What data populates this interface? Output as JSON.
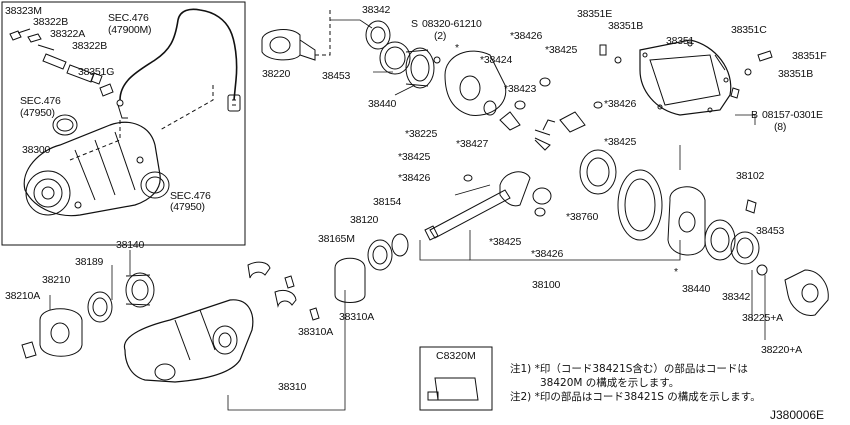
{
  "labels": {
    "l38323M": "38323M",
    "l38322B_top": "38322B",
    "l38322A": "38322A",
    "l38322B_mid": "38322B",
    "l38351G": "38351G",
    "lSEC476_47900M_a": "SEC.476",
    "lSEC476_47900M_b": "(47900M)",
    "lSEC476_47950_left_a": "SEC.476",
    "lSEC476_47950_left_b": "(47950)",
    "l38300": "38300",
    "lSEC476_47950_right_a": "SEC.476",
    "lSEC476_47950_right_b": "(47950)",
    "l38220": "38220",
    "l38342_top": "38342",
    "l38453_top": "38453",
    "l38440_top": "38440",
    "lS08320": "08320-61210",
    "lS08320_qty": "(2)",
    "l38424": "*38424",
    "l38426_top": "*38426",
    "l38425_top": "*38425",
    "l38423": "*38423",
    "l38225": "*38225",
    "l38427": "*38427",
    "l38426_mid": "*38426",
    "l38425_mid": "*38425",
    "l38425_left": "*38425",
    "l38426_left": "*38426",
    "l38351E": "38351E",
    "l38351B_top": "38351B",
    "l38351": "38351",
    "l38351C": "38351C",
    "l38351F": "38351F",
    "l38351B_right": "38351B",
    "lB08157": "08157-0301E",
    "lB08157_qty": "(8)",
    "l38102": "38102",
    "l38154": "38154",
    "l38120": "38120",
    "l38165M": "38165M",
    "l38760": "*38760",
    "l38425_low": "*38425",
    "l38426_low": "*38426",
    "l38100": "38100",
    "l38453_right": "38453",
    "l38440_right": "38440",
    "l38342_right": "38342",
    "l38225A": "38225+A",
    "l38220A": "38220+A",
    "l38140": "38140",
    "l38189": "38189",
    "l38210": "38210",
    "l38210A": "38210A",
    "l38310A_a": "38310A",
    "l38310A_b": "38310A",
    "l38310": "38310",
    "lC8320M": "C8320M",
    "star1": "*",
    "star2": "*",
    "star3": "*",
    "circS": "S",
    "circB": "B"
  },
  "notes": {
    "note1_line1": "注1) *印（コード38421S含む）の部品はコードは",
    "note1_line2": "38420M の構成を示します。",
    "note2": "注2) *印の部品はコード38421S の構成を示します。"
  },
  "diagram_code": "J380006E"
}
